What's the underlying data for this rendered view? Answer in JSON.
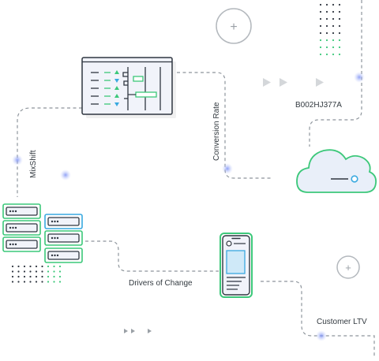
{
  "labels": {
    "mixshift": "MixShift",
    "conversion_rate": "Conversion Rate",
    "product_code": "B002HJ377A",
    "drivers_of_change": "Drivers of Change",
    "customer_ltv": "Customer LTV"
  },
  "icons": {
    "plus_symbol": "+"
  },
  "colors": {
    "accent_green": "#3cc87a",
    "accent_blue": "#39a9e0",
    "line_gray": "#8e959c",
    "dark_stroke": "#2f3640",
    "glow_blue": "#7b8ff5"
  }
}
